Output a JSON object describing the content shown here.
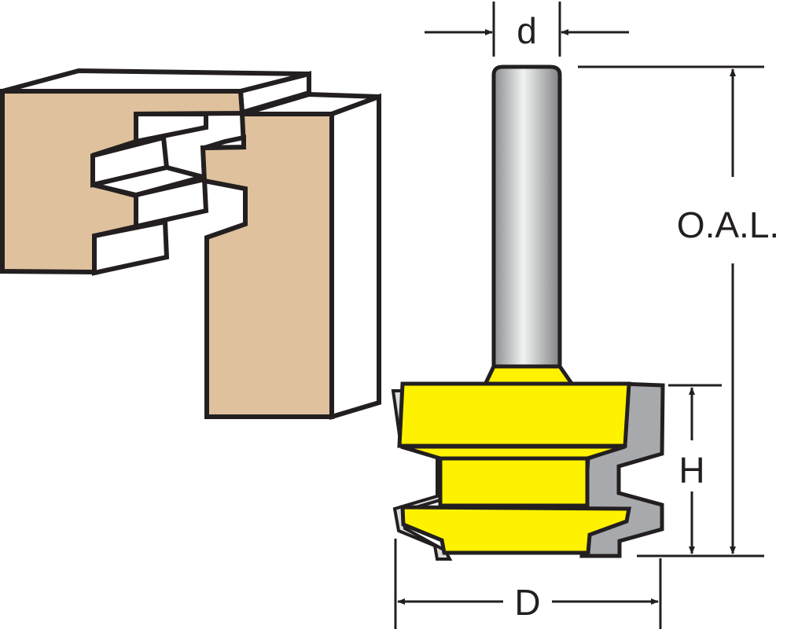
{
  "diagram": {
    "subject": "router-bit-joint",
    "labels": {
      "shank_diameter": "d",
      "overall_length": "O.A.L.",
      "cutting_height": "H",
      "cutting_diameter": "D"
    },
    "colors": {
      "wood": "#dfc19d",
      "cutter": "#fff200",
      "shank_light": "#e6e7e8",
      "shank_dark": "#8a8c8e",
      "profile_gray": "#a7a9ac",
      "outline": "#231f20"
    }
  }
}
